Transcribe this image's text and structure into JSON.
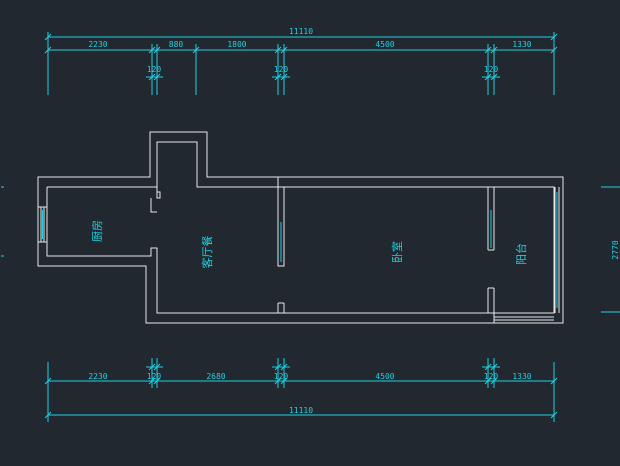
{
  "colors": {
    "background": "#212830",
    "wall": "#e8e8e8",
    "dimension": "#1fd0e0"
  },
  "top_dimensions": {
    "total": "11110",
    "segments": [
      "2230",
      "880",
      "1800",
      "4500",
      "1330"
    ],
    "wall_thickness": [
      "120",
      "120",
      "120"
    ]
  },
  "bottom_dimensions": {
    "total": "11110",
    "segments": [
      "2230",
      "2680",
      "4500",
      "1330"
    ],
    "wall_thickness": [
      "120",
      "120",
      "120"
    ]
  },
  "right_dimension": "2770",
  "rooms": {
    "kitchen": "厨房",
    "living_dining": "客厅餐",
    "bedroom": "卧室",
    "balcony": "阳台"
  }
}
